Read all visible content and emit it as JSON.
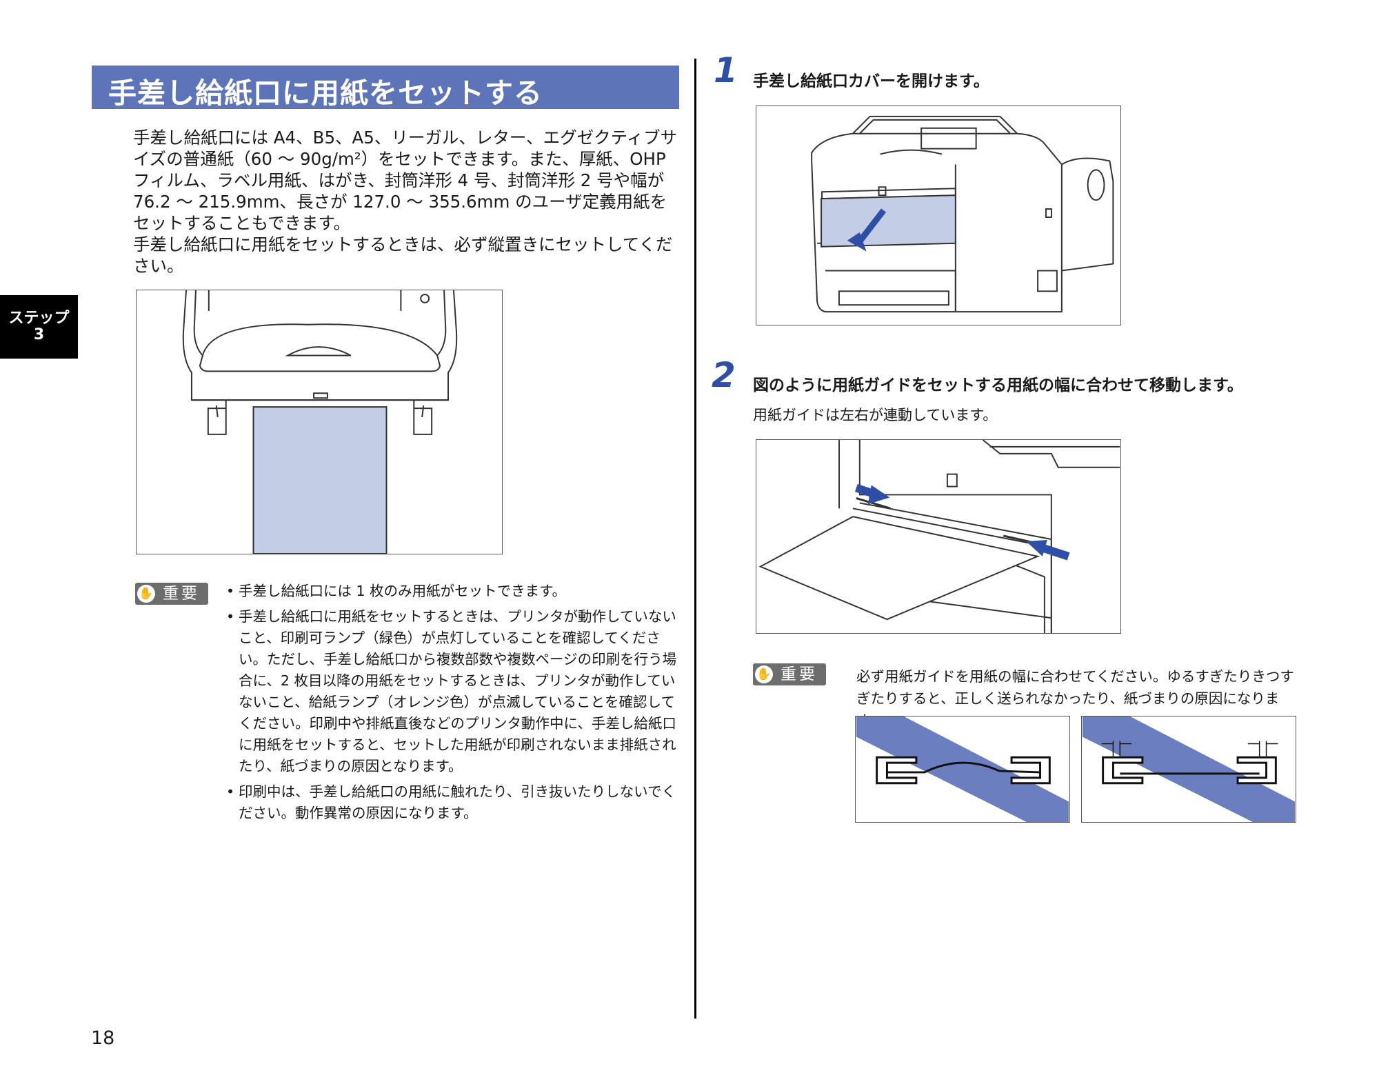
{
  "title": "手差し給紙口に用紙をセットする",
  "intro": {
    "paragraph1": "手差し給紙口には A4、B5、A5、リーガル、レター、エグゼクティブサイズの普通紙（60 ～ 90g/m²）をセットできます。また、厚紙、OHP フィルム、ラベル用紙、はがき、封筒洋形 4 号、封筒洋形 2 号や幅が 76.2 ～ 215.9mm、長さが 127.0 ～ 355.6mm のユーザ定義用紙をセットすることもできます。",
    "paragraph2": "手差し給紙口に用紙をセットするときは、必ず縦置きにセットしてください。"
  },
  "side_tab": {
    "line1": "ステップ",
    "line2": "3"
  },
  "important_label": "重要",
  "important_notes": [
    "手差し給紙口には 1 枚のみ用紙がセットできます。",
    "手差し給紙口に用紙をセットするときは、プリンタが動作していないこと、印刷可ランプ（緑色）が点灯していることを確認してください。ただし、手差し給紙口から複数部数や複数ページの印刷を行う場合に、2 枚目以降の用紙をセットするときは、プリンタが動作していないこと、給紙ランプ（オレンジ色）が点滅していることを確認してください。印刷中や排紙直後などのプリンタ動作中に、手差し給紙口に用紙をセットすると、セットした用紙が印刷されないまま排紙されたり、紙づまりの原因となります。",
    "印刷中は、手差し給紙口の用紙に触れたり、引き抜いたりしないでください。動作異常の原因になります。"
  ],
  "steps": [
    {
      "number": "1",
      "text": "手差し給紙口カバーを開けます。"
    },
    {
      "number": "2",
      "text": "図のように用紙ガイドをセットする用紙の幅に合わせて移動します。",
      "sub": "用紙ガイドは左右が連動しています。"
    }
  ],
  "important2_text": "必ず用紙ガイドを用紙の幅に合わせてください。ゆるすぎたりきつすぎたりすると、正しく送られなかったり、紙づまりの原因になります。",
  "page_number": "18",
  "colors": {
    "title_bar": "#5d75b8",
    "step_number": "#2f4fa6",
    "paper_fill": "#c4cde6",
    "badge": "#6d6d6d"
  }
}
